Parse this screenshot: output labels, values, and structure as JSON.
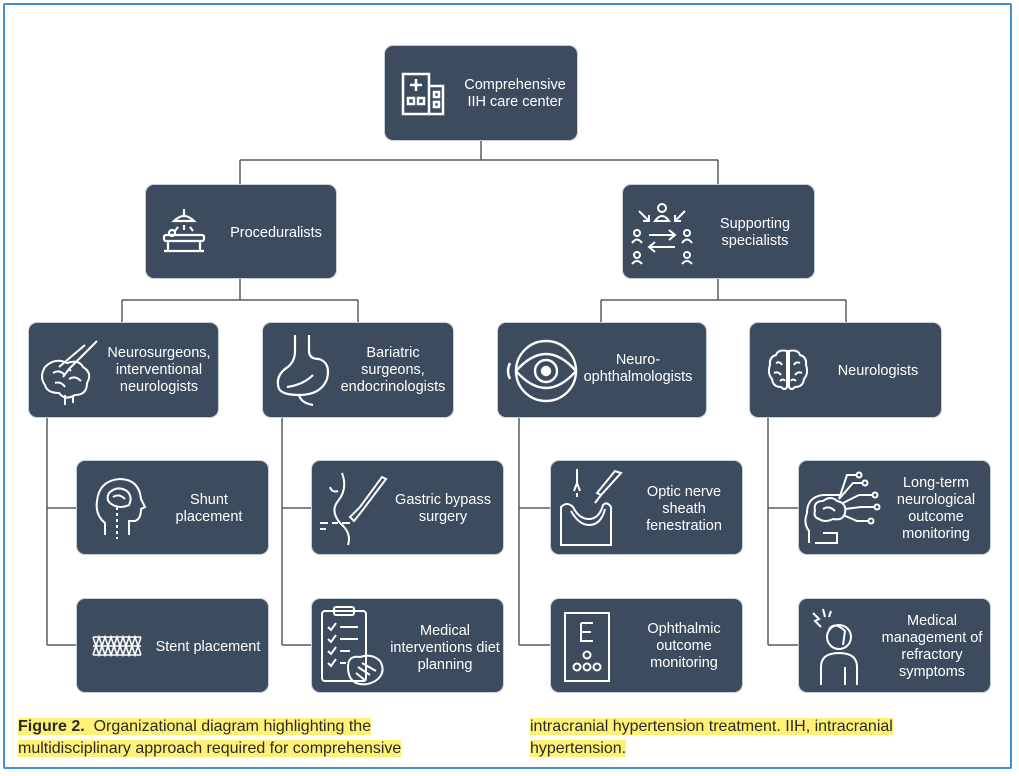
{
  "nodes": {
    "center": "Comprehensive IIH care center",
    "proceduralists": "Proceduralists",
    "supporting": "Supporting specialists",
    "neurosurgeons": "Neurosurgeons, interventional neurologists",
    "bariatric": "Bariatric surgeons, endocrinologists",
    "neuro_ophth": "Neuro-ophthalmologists",
    "neurologists": "Neurologists",
    "shunt": "Shunt placement",
    "stent": "Stent placement",
    "gastric": "Gastric bypass surgery",
    "medical_interventions": "Medical interventions diet planning",
    "onsf": "Optic nerve sheath fenestration",
    "ophthalmic_monitoring": "Ophthalmic outcome monitoring",
    "long_term": "Long-term neurological outcome monitoring",
    "refractory": "Medical management of refractory symptoms"
  },
  "caption": {
    "label": "Figure 2.",
    "text_left": "Organizational diagram highlighting the multidisciplinary approach required for comprehensive",
    "text_right": "intracranial hypertension treatment. IIH, intracranial hypertension."
  },
  "colors": {
    "box": "#3d4b5f",
    "border": "#3f8fd2",
    "highlight": "#fff176"
  }
}
